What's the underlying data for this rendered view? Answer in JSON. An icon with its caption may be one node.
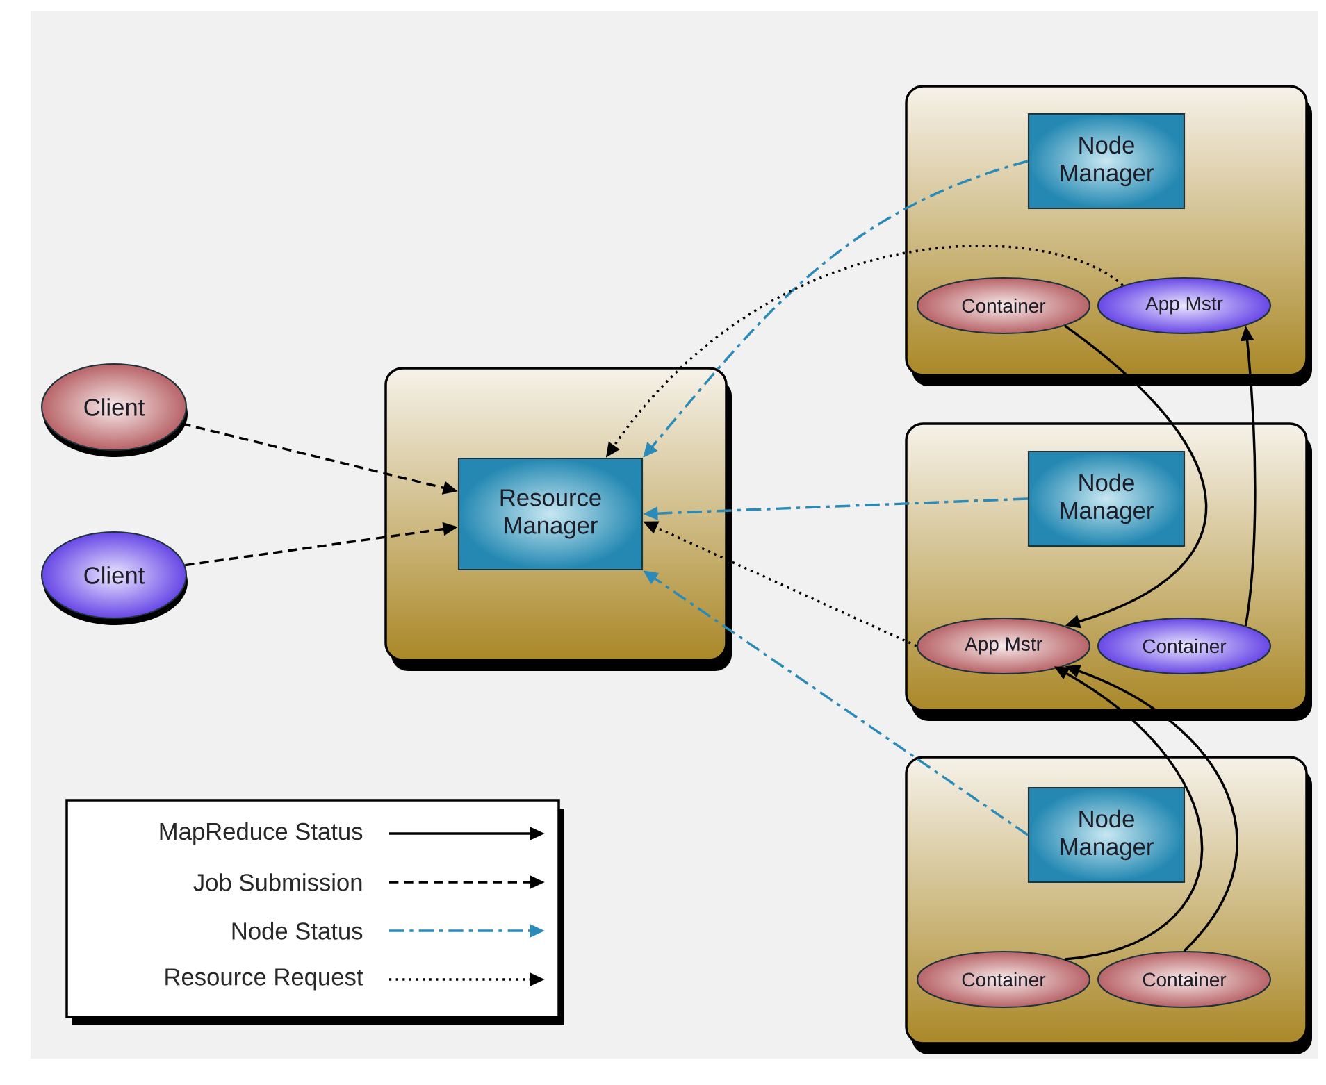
{
  "diagram": {
    "nodes": [
      {
        "text": [
          "Client"
        ]
      },
      {
        "text": [
          "Client"
        ]
      },
      {
        "text": [],
        "shape": "box"
      },
      {
        "text": [
          "Resource Manager"
        ],
        "in": 2
      },
      {
        "text": [],
        "shape": "box"
      },
      {
        "text": [
          "Node Manager"
        ],
        "in": 4
      },
      {
        "text": [
          "Container"
        ],
        "in": 4
      },
      {
        "text": [
          "App Mstr"
        ],
        "in": 4
      },
      {
        "text": [],
        "shape": "box"
      },
      {
        "text": [
          "Node Manager"
        ],
        "in": 8
      },
      {
        "text": [
          "App Mstr"
        ],
        "in": 8
      },
      {
        "text": [
          "Container"
        ],
        "in": 8
      },
      {
        "text": [],
        "shape": "box"
      },
      {
        "text": [
          "Node Manager"
        ],
        "in": 12
      },
      {
        "text": [
          "Container"
        ],
        "in": 12
      },
      {
        "text": [
          "Container"
        ],
        "in": 12
      }
    ],
    "edges": [
      {
        "from": 0,
        "to": 3,
        "arrow": "to",
        "style": "dashed"
      },
      {
        "from": 1,
        "to": 3,
        "arrow": "to",
        "style": "dashed"
      },
      {
        "from": 5,
        "to": 3,
        "arrow": "to",
        "style": "dashed",
        "color": "#2a8ab8"
      },
      {
        "from": 7,
        "to": 3,
        "arrow": "to",
        "style": "dashed"
      },
      {
        "from": 9,
        "to": 3,
        "arrow": "to",
        "style": "dashed",
        "color": "#2a8ab8"
      },
      {
        "from": 10,
        "to": 3,
        "arrow": "to",
        "style": "dashed"
      },
      {
        "from": 13,
        "to": 3,
        "arrow": "to",
        "style": "dashed",
        "color": "#2a8ab8"
      },
      {
        "from": 6,
        "to": 10,
        "arrow": "to"
      },
      {
        "from": 11,
        "to": 7,
        "arrow": "to"
      },
      {
        "from": 14,
        "to": 10,
        "arrow": "to"
      },
      {
        "from": 15,
        "to": 10,
        "arrow": "to"
      }
    ],
    "legend": [
      {
        "text": "MapReduce Status"
      },
      {
        "text": "Job Submission"
      },
      {
        "text": "Node Status"
      },
      {
        "text": "Resource Request"
      }
    ]
  }
}
